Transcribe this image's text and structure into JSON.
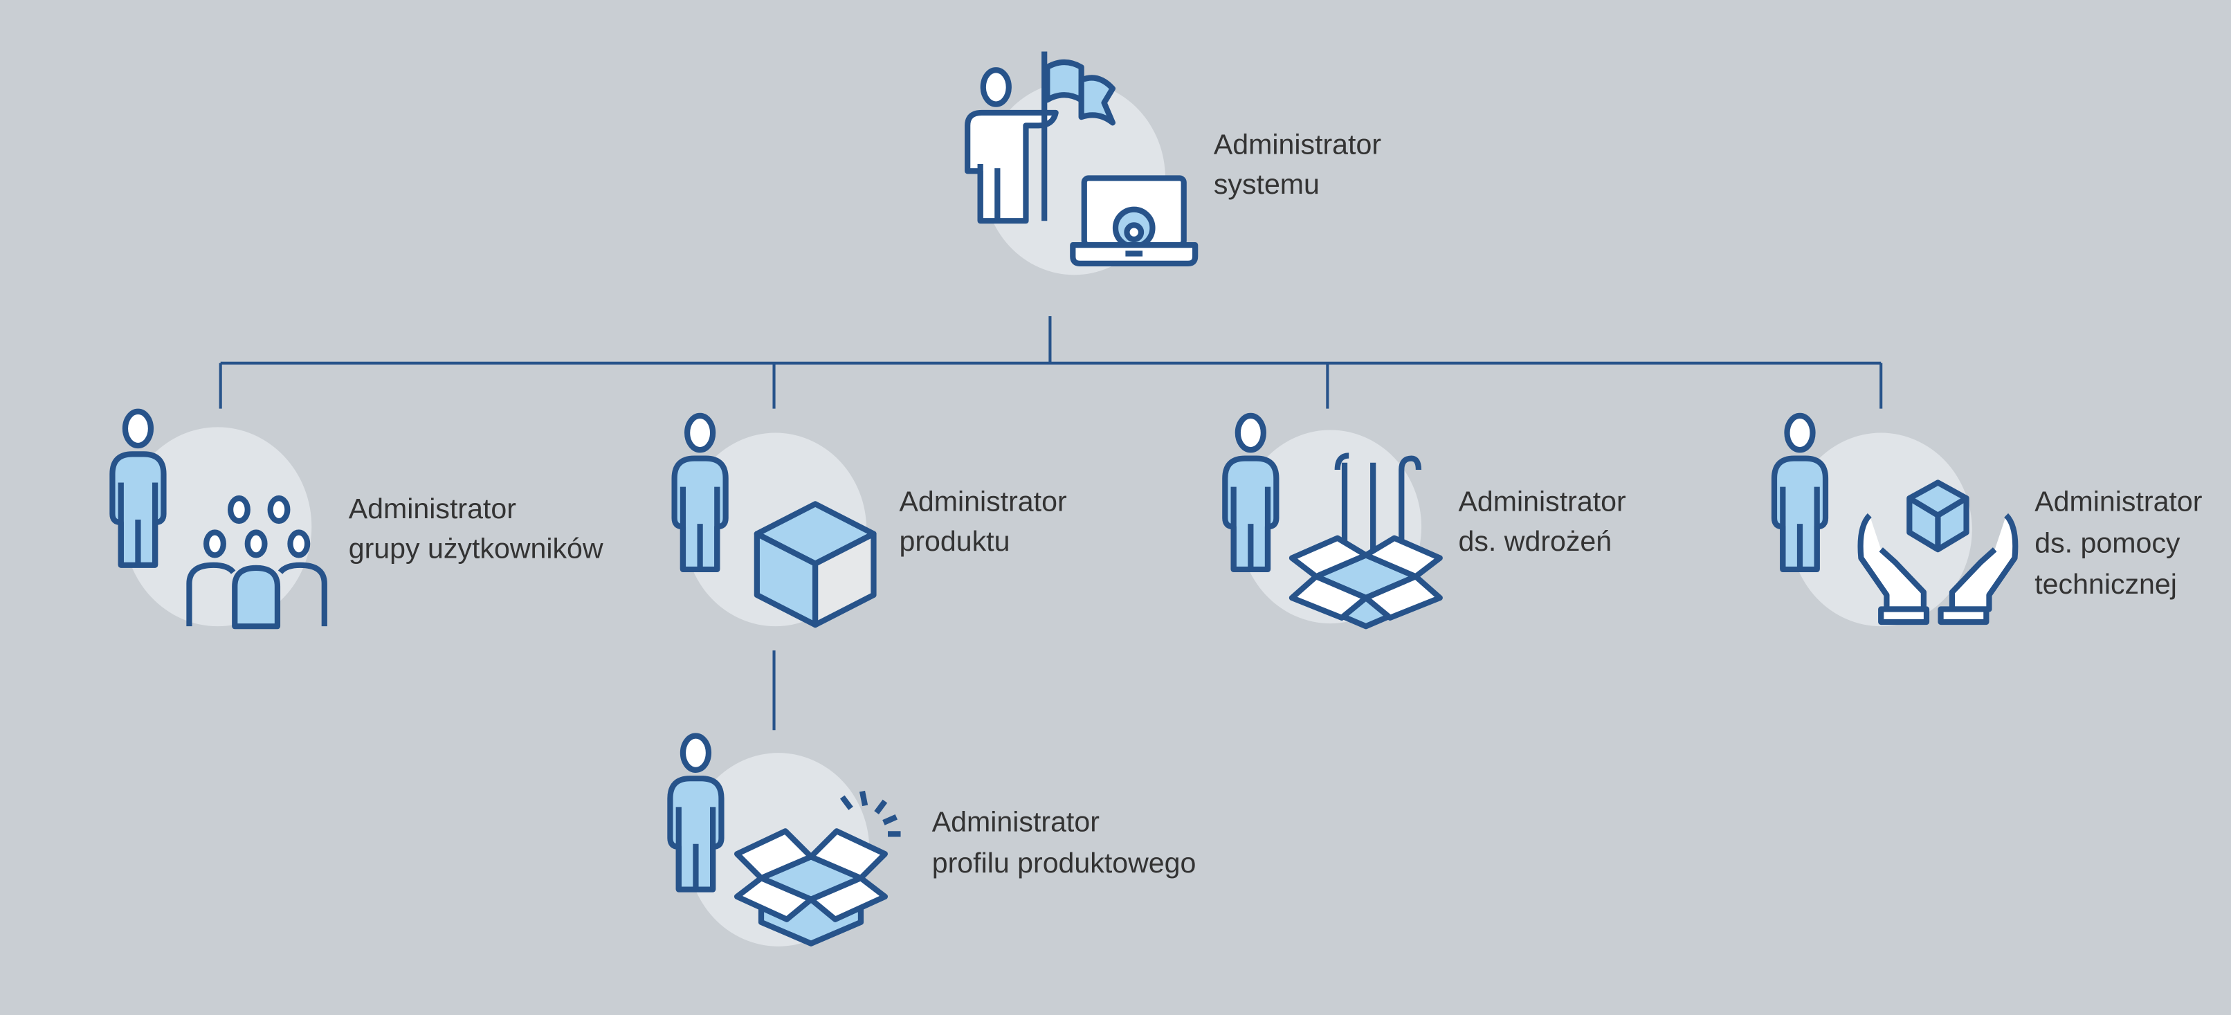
{
  "colors": {
    "background": "#c9ced3",
    "circle": "#e0e4e8",
    "dark_blue": "#27538a",
    "light_blue": "#a8d3f0",
    "text": "#333333"
  },
  "root": {
    "line1": "Administrator",
    "line2": "systemu",
    "icon": "person-flag-laptop-gear-icon"
  },
  "children": [
    {
      "line1": "Administrator",
      "line2": "grupy użytkowników",
      "icon": "user-group-icon"
    },
    {
      "line1": "Administrator",
      "line2": "produktu",
      "icon": "cube-icon"
    },
    {
      "line1": "Administrator",
      "line2": "ds. wdrożeń",
      "icon": "open-box-tools-icon"
    },
    {
      "line1": "Administrator",
      "line2": "ds. pomocy",
      "line3": "technicznej",
      "icon": "hands-cube-icon"
    }
  ],
  "grandchild": {
    "line1": "Administrator",
    "line2": "profilu produktowego",
    "icon": "open-box-icon"
  }
}
